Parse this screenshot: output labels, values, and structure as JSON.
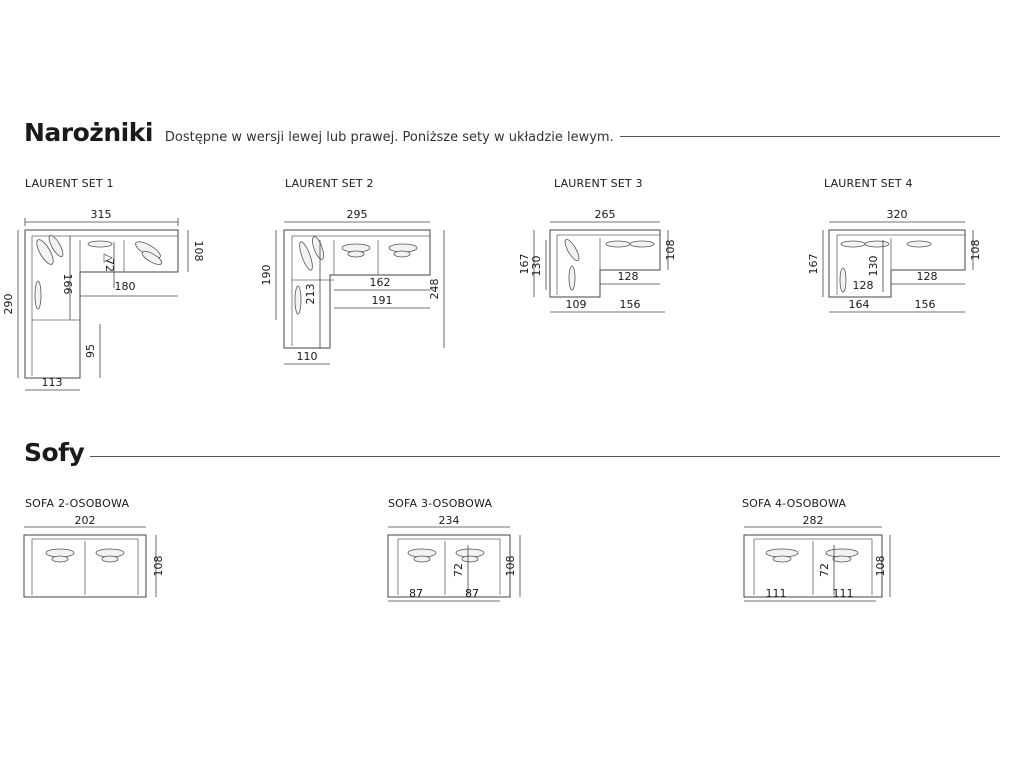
{
  "corners": {
    "title": "Narożniki",
    "subtitle": "Dostępne w wersji lewej lub prawej. Poniższe sety w układzie lewym.",
    "items": [
      {
        "name": "LAURENT SET 1",
        "dims": [
          "315",
          "108",
          "166",
          "72",
          "180",
          "290",
          "95",
          "113"
        ]
      },
      {
        "name": "LAURENT SET 2",
        "dims": [
          "295",
          "190",
          "213",
          "162",
          "191",
          "248",
          "110"
        ]
      },
      {
        "name": "LAURENT SET 3",
        "dims": [
          "265",
          "167",
          "130",
          "108",
          "128",
          "109",
          "156"
        ]
      },
      {
        "name": "LAURENT SET 4",
        "dims": [
          "320",
          "167",
          "130",
          "108",
          "128",
          "128",
          "164",
          "156"
        ]
      }
    ]
  },
  "sofas": {
    "title": "Sofy",
    "items": [
      {
        "name": "SOFA 2-OSOBOWA",
        "dims": [
          "202",
          "108"
        ]
      },
      {
        "name": "SOFA 3-OSOBOWA",
        "dims": [
          "234",
          "108",
          "72",
          "87",
          "87"
        ]
      },
      {
        "name": "SOFA 4-OSOBOWA",
        "dims": [
          "282",
          "108",
          "72",
          "111",
          "111"
        ]
      }
    ]
  }
}
